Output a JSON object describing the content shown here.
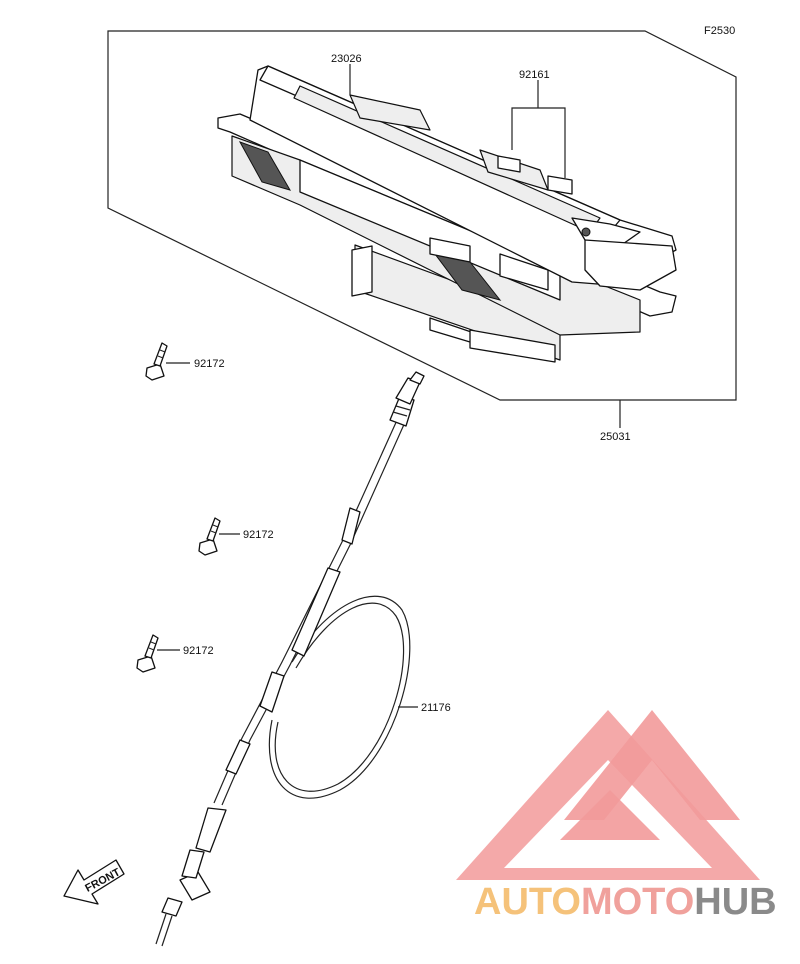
{
  "diagram": {
    "code": "F2530",
    "labels": {
      "meter_cover": "23026",
      "bulb": "92161",
      "meter_assy": "25031",
      "screw_1": "92172",
      "screw_2": "92172",
      "screw_3": "92172",
      "cable": "21176"
    },
    "front_arrow": "FRONT"
  },
  "watermark": {
    "part1": "AUTO",
    "part2": "MOTO",
    "part3": "HUB",
    "colors": {
      "auto": "#f5c27a",
      "moto": "#f0a19c",
      "hub": "#8a8a8a",
      "logo": "#f29a9a"
    }
  }
}
